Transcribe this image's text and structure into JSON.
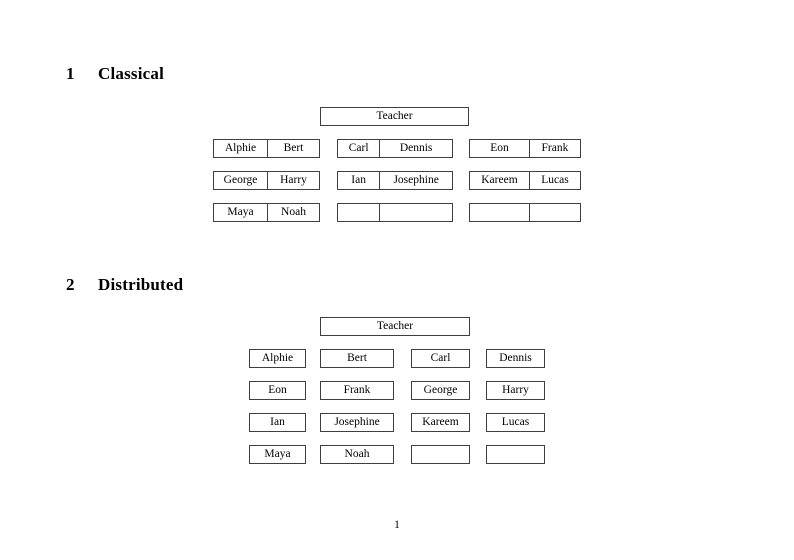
{
  "document": {
    "page_number": "1"
  },
  "sections": [
    {
      "number": "1",
      "title": "Classical",
      "teacher_label": "Teacher",
      "layout": "paired-groups",
      "groups": [
        {
          "rows": [
            {
              "left": "Alphie",
              "right": "Bert"
            },
            {
              "left": "George",
              "right": "Harry"
            },
            {
              "left": "Maya",
              "right": "Noah"
            }
          ]
        },
        {
          "rows": [
            {
              "left": "Carl",
              "right": "Dennis"
            },
            {
              "left": "Ian",
              "right": "Josephine"
            },
            {
              "left": "",
              "right": ""
            }
          ]
        },
        {
          "rows": [
            {
              "left": "Eon",
              "right": "Frank"
            },
            {
              "left": "Kareem",
              "right": "Lucas"
            },
            {
              "left": "",
              "right": ""
            }
          ]
        }
      ]
    },
    {
      "number": "2",
      "title": "Distributed",
      "teacher_label": "Teacher",
      "layout": "single-boxes",
      "rows": [
        [
          "Alphie",
          "Bert",
          "Carl",
          "Dennis"
        ],
        [
          "Eon",
          "Frank",
          "George",
          "Harry"
        ],
        [
          "Ian",
          "Josephine",
          "Kareem",
          "Lucas"
        ],
        [
          "Maya",
          "Noah",
          "",
          ""
        ]
      ]
    }
  ]
}
